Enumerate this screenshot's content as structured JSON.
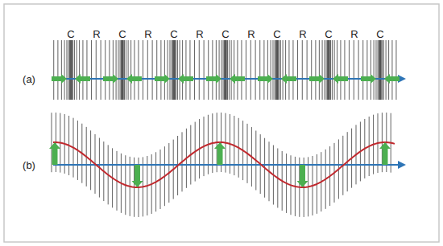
{
  "diagram": {
    "labels": [
      "C",
      "R",
      "C",
      "R",
      "C",
      "R",
      "C",
      "R",
      "C",
      "R",
      "C",
      "R",
      "C",
      "(a)",
      "(b)"
    ]
  }
}
